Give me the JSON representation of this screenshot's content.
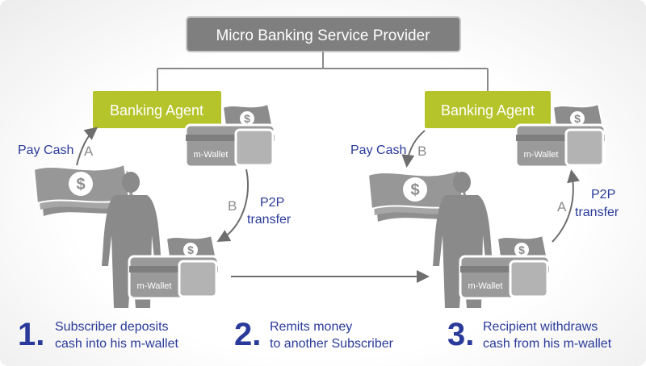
{
  "provider": {
    "label": "Micro Banking Service Provider"
  },
  "agents": [
    {
      "label": "Banking Agent"
    },
    {
      "label": "Banking Agent"
    }
  ],
  "wallet_label": "m-Wallet",
  "currency_symbol": "$",
  "flows": {
    "left_pay_cash": "Pay Cash",
    "left_a": "A",
    "left_b": "B",
    "left_p2p_line1": "P2P",
    "left_p2p_line2": "transfer",
    "right_pay_cash": "Pay Cash",
    "right_b": "B",
    "right_a": "A",
    "right_p2p_line1": "P2P",
    "right_p2p_line2": "transfer"
  },
  "steps": [
    {
      "number": "1.",
      "line1": "Subscriber deposits",
      "line2": "cash into his m-wallet"
    },
    {
      "number": "2.",
      "line1": "Remits money",
      "line2": "to another Subscriber"
    },
    {
      "number": "3.",
      "line1": "Recipient withdraws",
      "line2": "cash from his m-wallet"
    }
  ],
  "colors": {
    "provider_box": "#7f7f7f",
    "agent_box": "#b5c42b",
    "label_blue": "#2a3a9a",
    "gray_icon": "#8c8c8c",
    "connector": "#8a8a8a"
  }
}
